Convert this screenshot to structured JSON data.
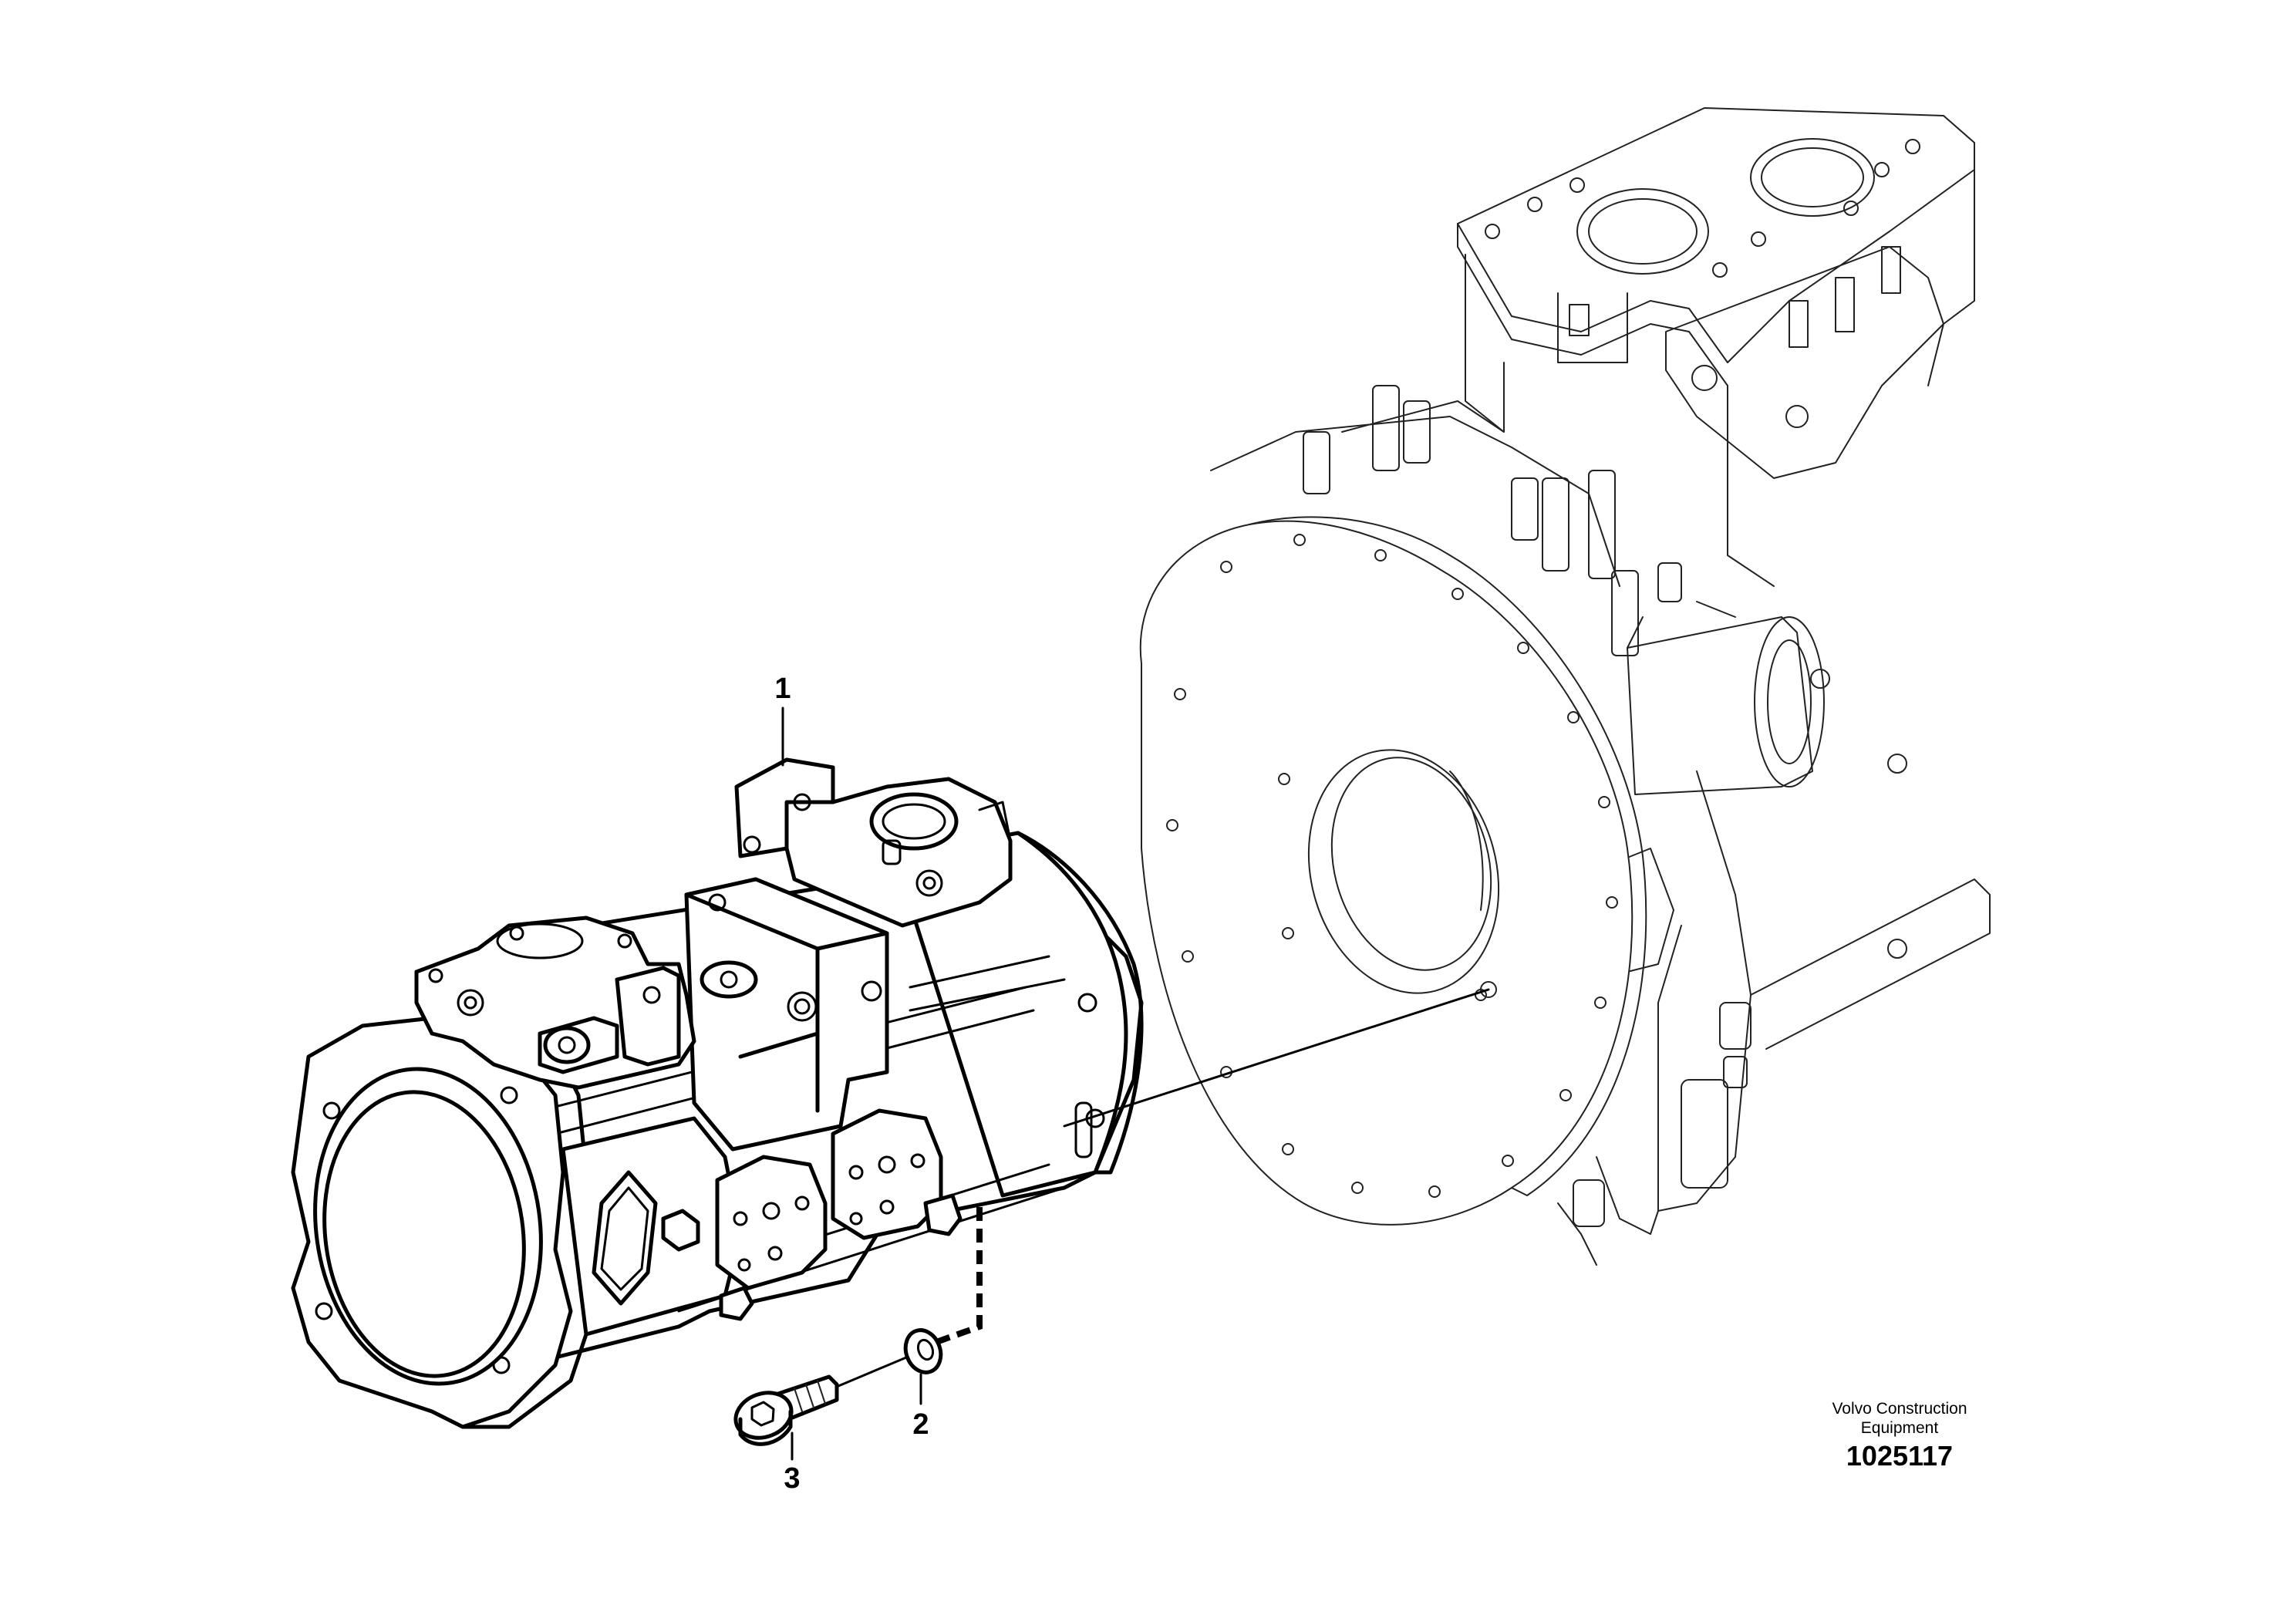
{
  "callouts": [
    {
      "number": "1",
      "part": "hydraulic-pump"
    },
    {
      "number": "2",
      "part": "washer"
    },
    {
      "number": "3",
      "part": "screw"
    }
  ],
  "title_block": {
    "maker_line1": "Volvo Construction",
    "maker_line2": "Equipment",
    "drawing_number": "1025117"
  },
  "colors": {
    "line": "#000000",
    "background": "#ffffff"
  }
}
